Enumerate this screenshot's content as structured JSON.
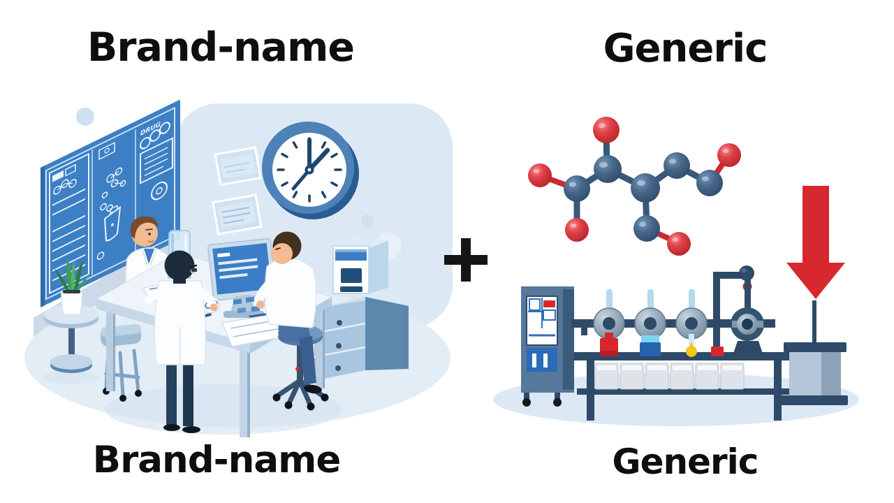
{
  "labels": {
    "left_top": "Brand-name",
    "right_top": "Generic",
    "left_bottom": "Brand-name",
    "right_bottom": "Generic",
    "plus": "+",
    "blueprint_text": "DRUG"
  },
  "scenes": {
    "left": {
      "description": "pharmaceutical research laboratory with three scientists",
      "items": [
        "blueprint-board",
        "wall-clock",
        "wall-frames",
        "three-scientists",
        "lab-desk",
        "computer-monitor",
        "keyboard",
        "research-documents",
        "glass-case",
        "potted-plant",
        "side-table",
        "rolling-stool",
        "office-stool",
        "drawer-cabinet",
        "lab-analyzer"
      ]
    },
    "right": {
      "description": "generic drug molecule and manufacturing line with falling price arrow",
      "items": [
        "molecule-model",
        "control-cabinet",
        "process-rail",
        "process-valves",
        "reagent-containers",
        "conveyor-trays",
        "pipe-assembly",
        "pedestal",
        "price-down-arrow"
      ]
    }
  },
  "colors": {
    "background": "#ffffff",
    "heading_text": "#0e0e0e",
    "plus_sign": "#151515",
    "blueprint_blue": "#3d7fc4",
    "scene_blue_light": "#dce9f5",
    "floor_blue": "#e3edf6",
    "clock_rim": "#4d82b8",
    "navy": "#2e4a68",
    "atom_navy": "#3e5c7e",
    "atom_red": "#dd3940",
    "arrow_red": "#d7282f",
    "accent_yellow": "#f5c518",
    "beaker_blue": "#2563ae",
    "beaker_cyan": "#7fd4f0",
    "lab_coat": "#fcfdfe",
    "jeans_blue": "#4a6fa3",
    "plant_green": "#3e9e52",
    "skin": "#f3bb92"
  }
}
